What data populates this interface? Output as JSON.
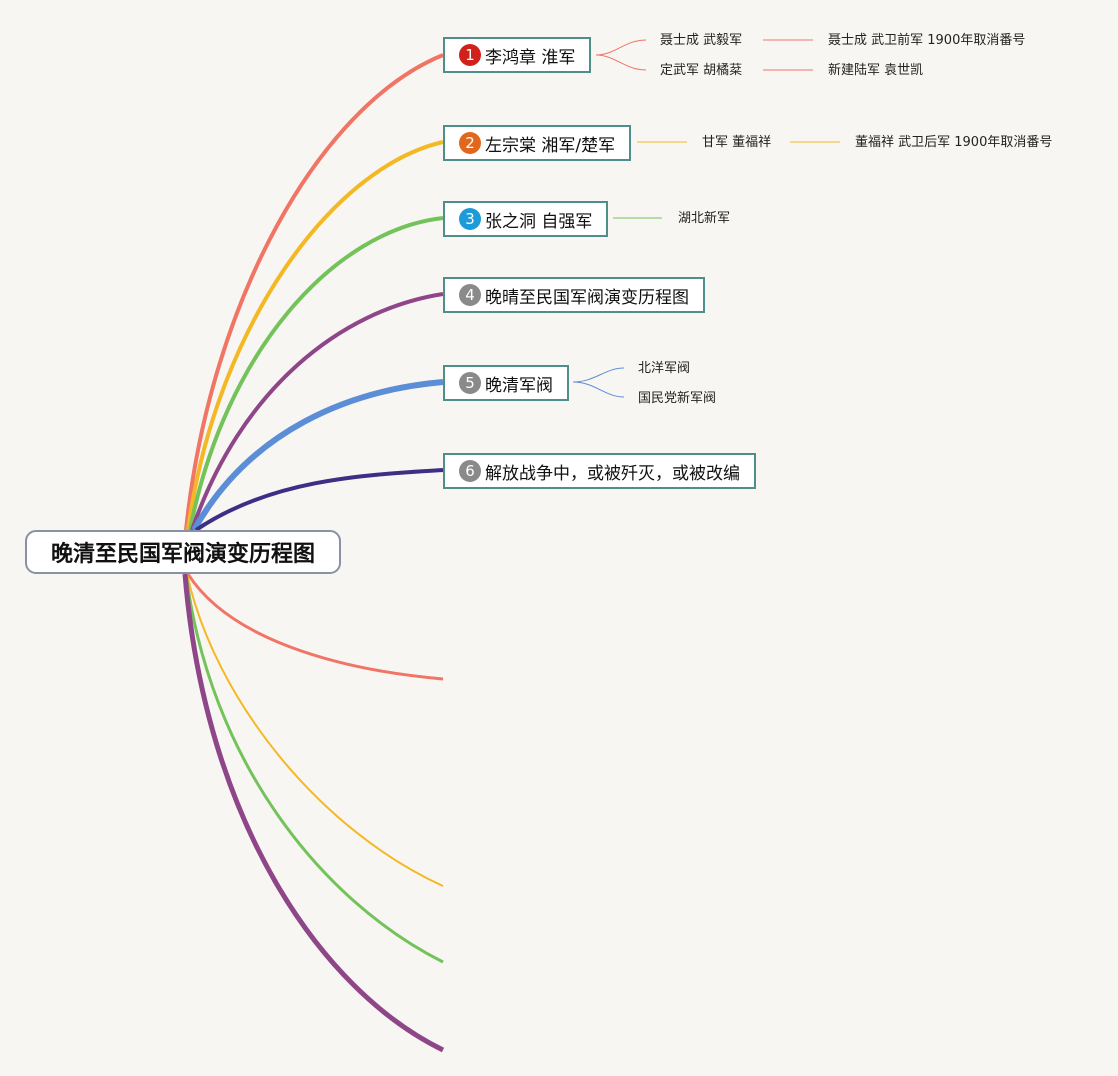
{
  "root": {
    "title": "晚清至民国军阀演变历程图"
  },
  "topics": [
    {
      "num": "1",
      "label": "李鸿章 淮军",
      "badge_color": "#d0211b",
      "branch_color": "#f07565",
      "children": [
        {
          "label": "聂士成 武毅军",
          "child": "聂士成 武卫前军 1900年取消番号"
        },
        {
          "label": "定武军 胡橘棻",
          "child": "新建陆军 袁世凯"
        }
      ]
    },
    {
      "num": "2",
      "label": "左宗棠 湘军/楚军",
      "badge_color": "#e0671b",
      "branch_color": "#f4b824",
      "children": [
        {
          "label": "甘军 董福祥",
          "child": "董福祥 武卫后军 1900年取消番号"
        }
      ]
    },
    {
      "num": "3",
      "label": "张之洞 自强军",
      "badge_color": "#1d9ad9",
      "branch_color": "#74c25a",
      "children": [
        {
          "label": "湖北新军"
        }
      ]
    },
    {
      "num": "4",
      "label": "晚晴至民国军阀演变历程图",
      "badge_color": "#8a8a8a",
      "branch_color": "#8e4688",
      "children": []
    },
    {
      "num": "5",
      "label": "晚清军阀",
      "badge_color": "#8a8a8a",
      "branch_color": "#5b8ed6",
      "children": [
        {
          "label": "北洋军阀"
        },
        {
          "label": "国民党新军阀"
        }
      ]
    },
    {
      "num": "6",
      "label": "解放战争中，或被歼灭，或被改编",
      "badge_color": "#8a8a8a",
      "branch_color": "#3d2f86",
      "children": []
    }
  ],
  "empty_branch_colors": [
    "#f07565",
    "#f4b824",
    "#74c25a",
    "#8e4688"
  ]
}
